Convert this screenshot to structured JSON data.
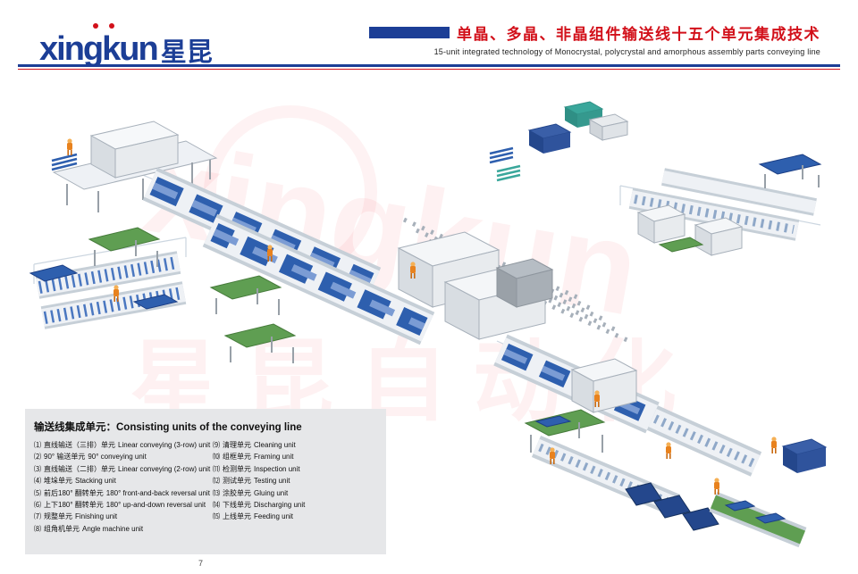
{
  "page": {
    "number": "7"
  },
  "header": {
    "logo": {
      "latin": "xingkun",
      "cn": "星昆"
    },
    "title_cn": "单晶、多晶、非晶组件输送线十五个单元集成技术",
    "title_en": "15-unit integrated technology of Monocrystal, polycrystal and amorphous assembly parts conveying line"
  },
  "colors": {
    "brand_blue": "#1c3e96",
    "accent_red": "#d2101a",
    "panel_blue": "#2e5fae",
    "legend_bg": "#e6e7e9"
  },
  "watermark": {
    "latin": "xingkun",
    "cn": "星昆自动化"
  },
  "legend": {
    "title_cn": "输送线集成单元：",
    "title_en": "Consisting units of the conveying line",
    "items": [
      {
        "num": "⑴",
        "cn": "直线输送（三排）单元",
        "en": "Linear conveying (3-row) unit"
      },
      {
        "num": "⑵",
        "cn": "90° 输送单元",
        "en": "90° conveying unit"
      },
      {
        "num": "⑶",
        "cn": "直线输送（二排）单元",
        "en": "Linear conveying (2-row) unit"
      },
      {
        "num": "⑷",
        "cn": "堆垛单元",
        "en": "Stacking unit"
      },
      {
        "num": "⑸",
        "cn": "前后180° 翻转单元",
        "en": "180° front-and-back reversal unit"
      },
      {
        "num": "⑹",
        "cn": "上下180° 翻转单元",
        "en": "180° up-and-down reversal unit"
      },
      {
        "num": "⑺",
        "cn": "规整单元",
        "en": "Finishing unit"
      },
      {
        "num": "⑻",
        "cn": "组角机单元",
        "en": "Angle machine unit"
      },
      {
        "num": "⑼",
        "cn": "清理单元",
        "en": "Cleaning unit"
      },
      {
        "num": "⑽",
        "cn": "组框单元",
        "en": "Framing unit"
      },
      {
        "num": "⑾",
        "cn": "检测单元",
        "en": "Inspection unit"
      },
      {
        "num": "⑿",
        "cn": "测试单元",
        "en": "Testing unit"
      },
      {
        "num": "⒀",
        "cn": "涂胶单元",
        "en": "Gluing unit"
      },
      {
        "num": "⒁",
        "cn": "下线单元",
        "en": "Discharging unit"
      },
      {
        "num": "⒂",
        "cn": "上线单元",
        "en": "Feeding unit"
      }
    ]
  }
}
